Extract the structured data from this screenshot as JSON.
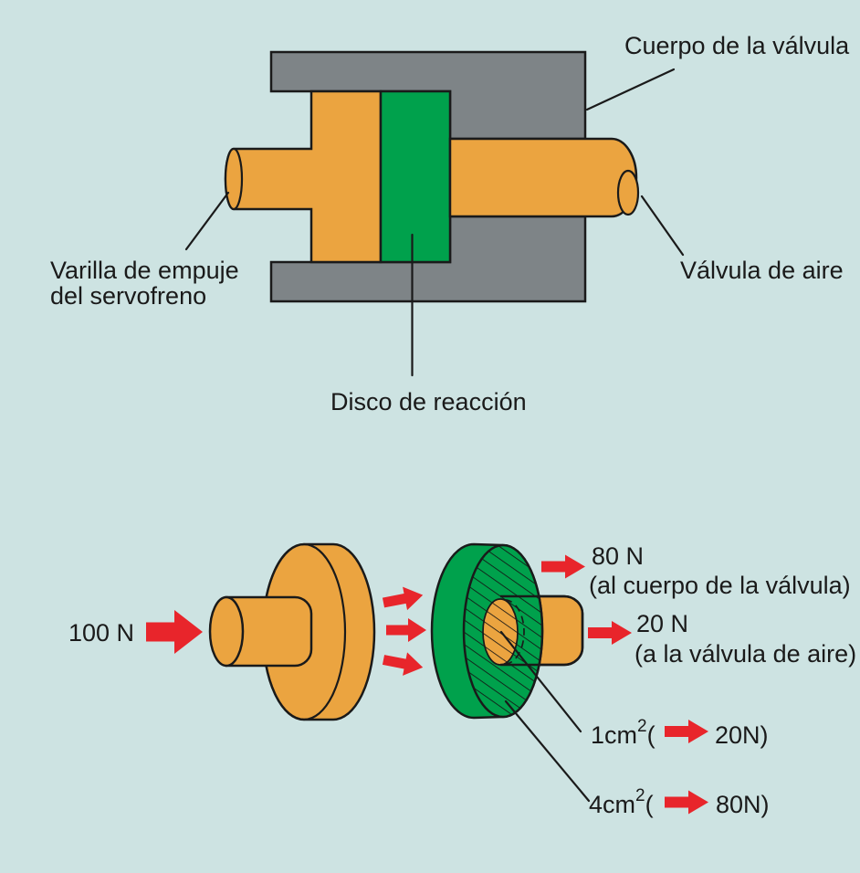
{
  "figure": {
    "title_implicit": "Servo brake reaction disc diagram"
  },
  "top_diagram": {
    "labels": {
      "cuerpo": "Cuerpo de la válvula",
      "varilla_line1": "Varilla de empuje",
      "varilla_line2": "del servofreno",
      "valvula_aire": "Válvula de aire",
      "disco": "Disco de reacción"
    }
  },
  "bottom_diagram": {
    "input_force": "100 N",
    "body_force": "80 N",
    "body_force_note": "(al cuerpo de la válvula)",
    "air_force": "20 N",
    "air_force_note": "(a la válvula de aire)",
    "area_small": {
      "base": "1cm",
      "sup": "2",
      "open": "(",
      "value": "20N)"
    },
    "area_large": {
      "base": "4cm",
      "sup": "2",
      "open": "(",
      "value": "80N)"
    }
  },
  "colors": {
    "background": "#cde3e2",
    "valve_body_gray": "#7e8487",
    "rod_orange": "#eba440",
    "disc_green": "#00a14c",
    "arrow_red": "#e8252b",
    "outline": "#1a1a1a"
  }
}
